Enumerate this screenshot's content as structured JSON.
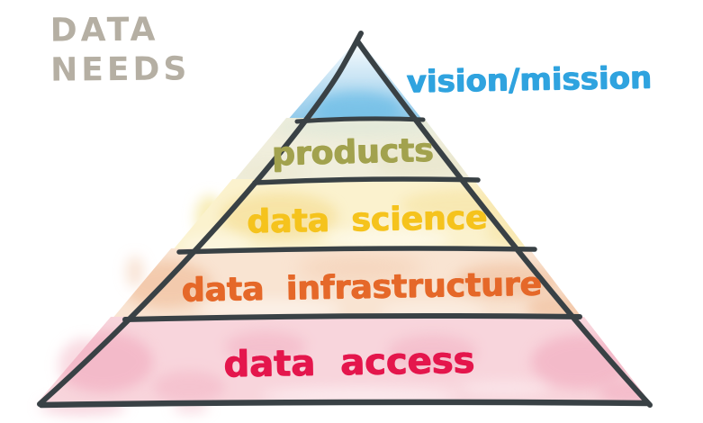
{
  "title": {
    "line1": "DATA",
    "line2": "NEEDS",
    "color": "#B5AFA3"
  },
  "pyramid": {
    "outline_color": "#394145",
    "levels": [
      {
        "name": "vision-mission",
        "label": "vision/mission",
        "text_color": "#2FA3DF",
        "fill_color": "#8FC9EA",
        "label_placement": "outside-right"
      },
      {
        "name": "products",
        "label": "products",
        "text_color": "#A2A24E",
        "fill_color": "#F0EEDC",
        "label_placement": "inside"
      },
      {
        "name": "data-science",
        "label": "data science",
        "text_color": "#F5C31D",
        "fill_color": "#FBF2CE",
        "label_placement": "inside"
      },
      {
        "name": "data-infrastructure",
        "label": "data infrastructure",
        "text_color": "#E56829",
        "fill_color": "#F9E4D2",
        "label_placement": "inside"
      },
      {
        "name": "data-access",
        "label": "data access",
        "text_color": "#E4164C",
        "fill_color": "#F8D5DC",
        "label_placement": "inside"
      }
    ]
  },
  "background_color": "#FFFFFF"
}
